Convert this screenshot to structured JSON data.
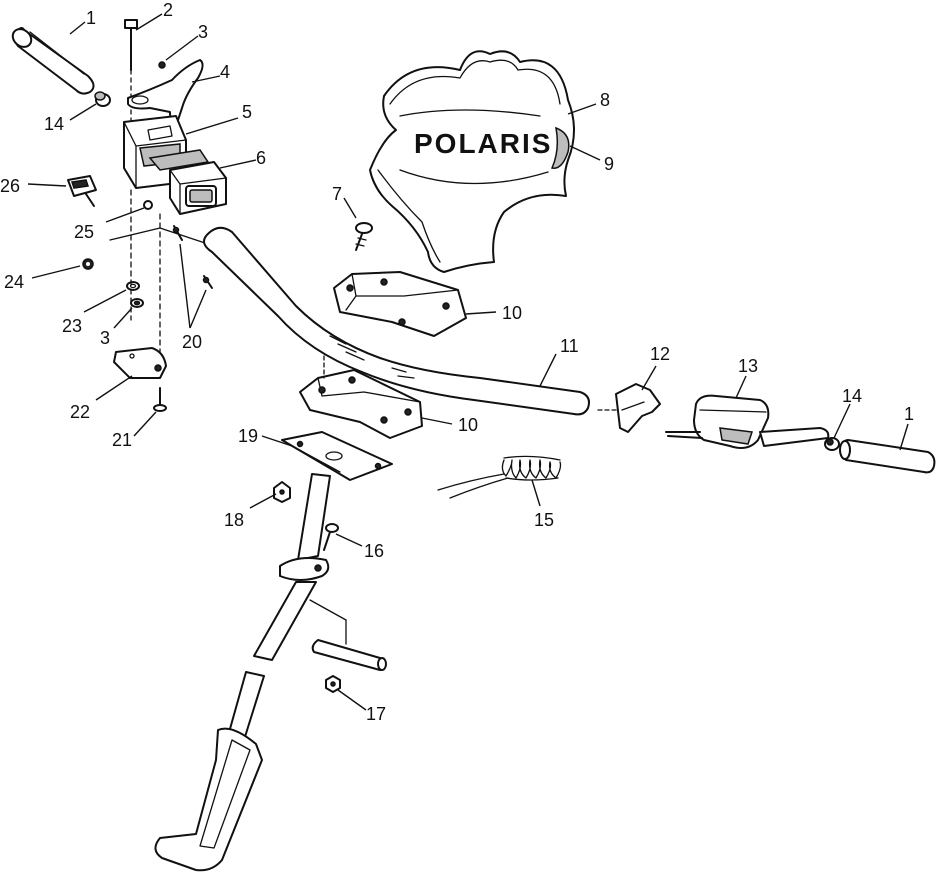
{
  "brand_text": "POLARIS",
  "callouts": [
    {
      "id": "c1a",
      "text": "1"
    },
    {
      "id": "c2",
      "text": "2"
    },
    {
      "id": "c3a",
      "text": "3"
    },
    {
      "id": "c4",
      "text": "4"
    },
    {
      "id": "c5",
      "text": "5"
    },
    {
      "id": "c6",
      "text": "6"
    },
    {
      "id": "c7",
      "text": "7"
    },
    {
      "id": "c8",
      "text": "8"
    },
    {
      "id": "c9",
      "text": "9"
    },
    {
      "id": "c10a",
      "text": "10"
    },
    {
      "id": "c10b",
      "text": "10"
    },
    {
      "id": "c11",
      "text": "11"
    },
    {
      "id": "c12",
      "text": "12"
    },
    {
      "id": "c13",
      "text": "13"
    },
    {
      "id": "c14a",
      "text": "14"
    },
    {
      "id": "c14b",
      "text": "14"
    },
    {
      "id": "c1b",
      "text": "1"
    },
    {
      "id": "c15",
      "text": "15"
    },
    {
      "id": "c16",
      "text": "16"
    },
    {
      "id": "c17",
      "text": "17"
    },
    {
      "id": "c18",
      "text": "18"
    },
    {
      "id": "c19",
      "text": "19"
    },
    {
      "id": "c20",
      "text": "20"
    },
    {
      "id": "c21",
      "text": "21"
    },
    {
      "id": "c22",
      "text": "22"
    },
    {
      "id": "c23",
      "text": "23"
    },
    {
      "id": "c3b",
      "text": "3"
    },
    {
      "id": "c24",
      "text": "24"
    },
    {
      "id": "c25",
      "text": "25"
    },
    {
      "id": "c26",
      "text": "26"
    }
  ]
}
